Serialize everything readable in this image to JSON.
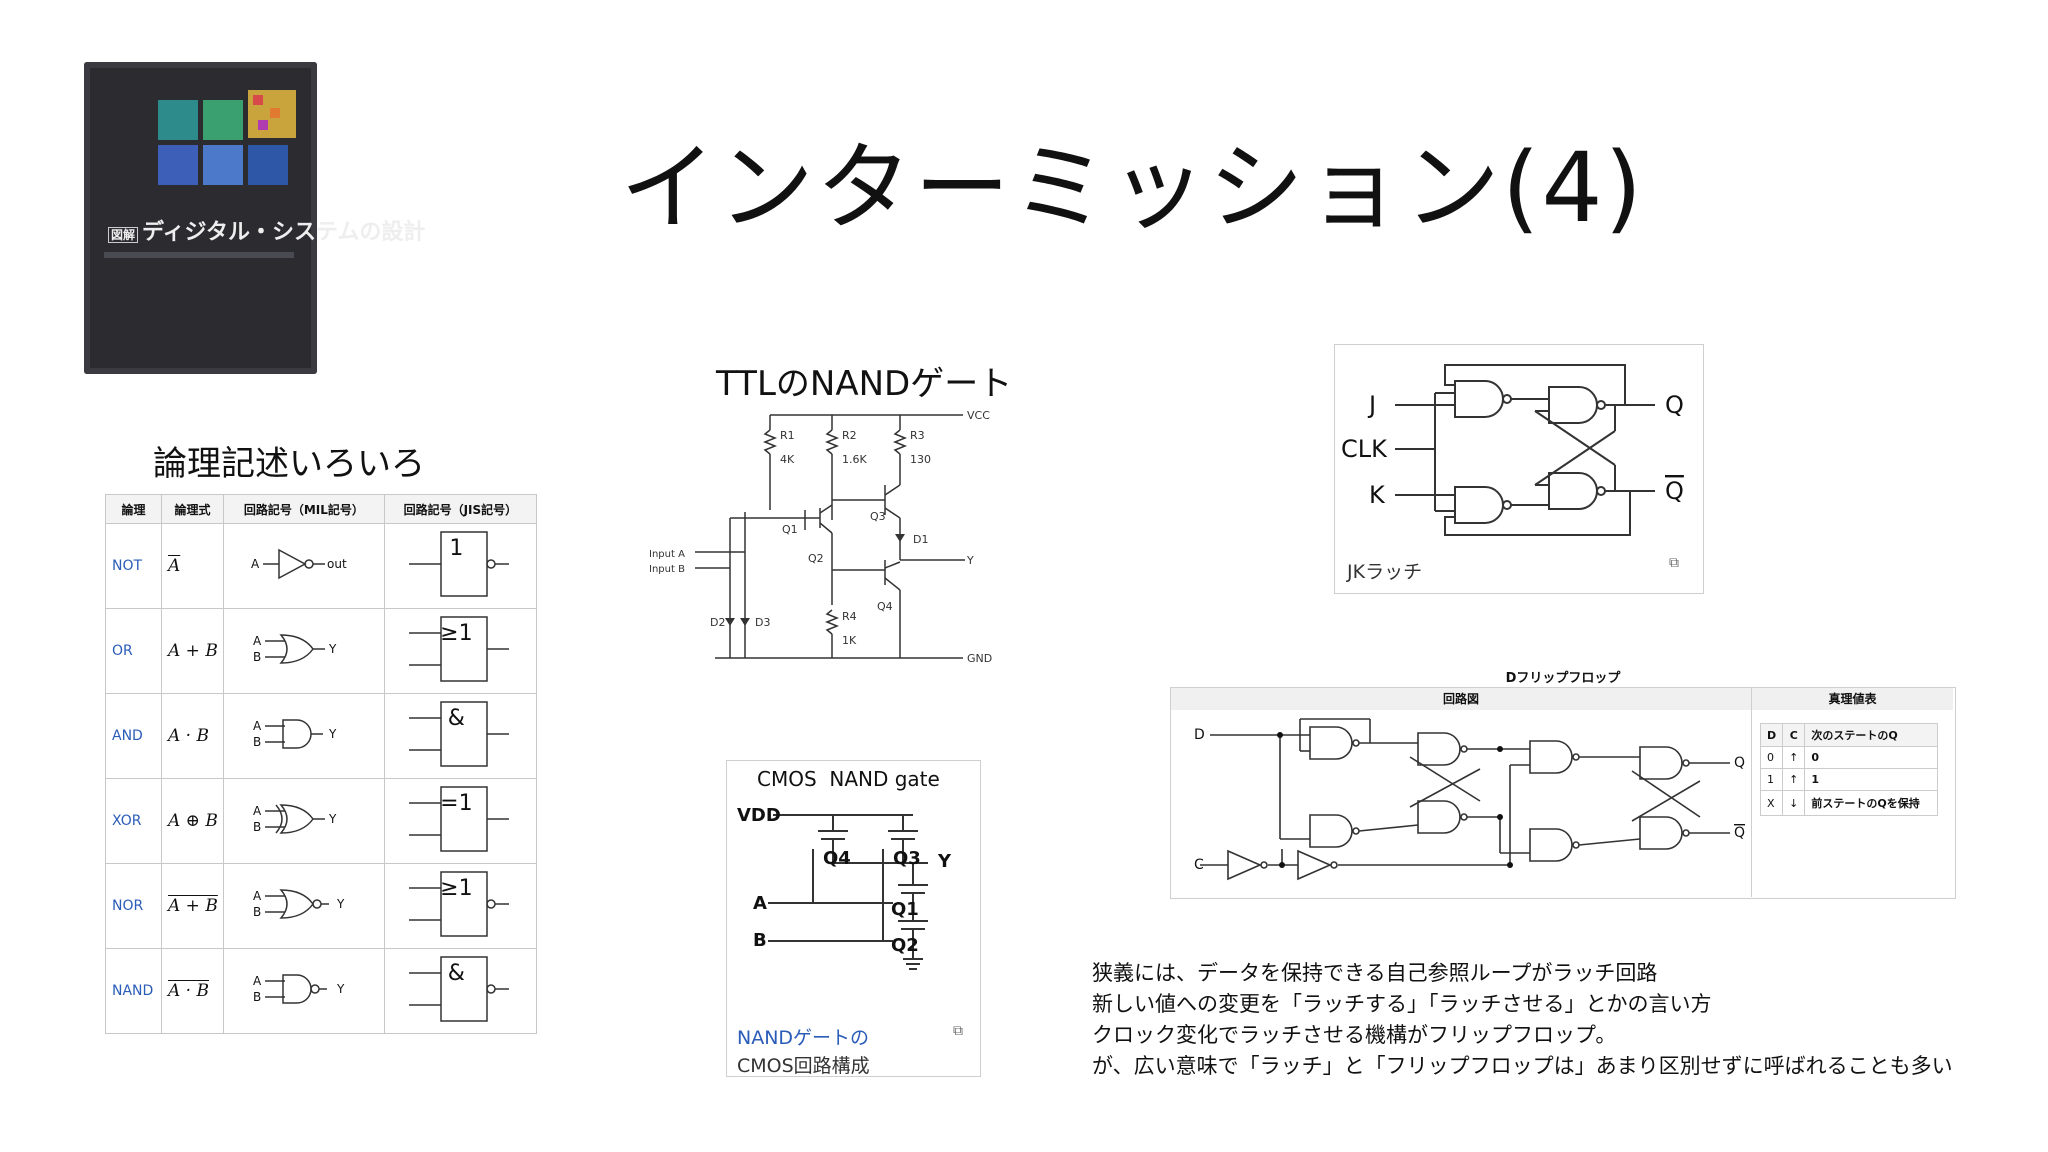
{
  "slide": {
    "title": "インターミッション(4)"
  },
  "book": {
    "title": "ディジタル・システムの設計",
    "authors": "",
    "series_mark": "図解"
  },
  "logic_section": {
    "caption": "論理記述いろいろ",
    "headers": [
      "論理",
      "論理式",
      "回路記号（MIL記号）",
      "回路記号（JIS記号）"
    ],
    "rows": [
      {
        "name": "NOT",
        "expr": "A",
        "overline": true,
        "jis": "1"
      },
      {
        "name": "OR",
        "expr": "A + B",
        "overline": false,
        "jis": "≥1"
      },
      {
        "name": "AND",
        "expr": "A · B",
        "overline": false,
        "jis": "&"
      },
      {
        "name": "XOR",
        "expr": "A ⊕ B",
        "overline": false,
        "jis": "=1"
      },
      {
        "name": "NOR",
        "expr": "A + B",
        "overline": true,
        "jis": "≥1"
      },
      {
        "name": "NAND",
        "expr": "A · B",
        "overline": true,
        "jis": "&"
      }
    ],
    "mil_labels": {
      "a": "A",
      "b": "B",
      "out": "out",
      "y": "Y"
    }
  },
  "ttl_section": {
    "caption": "TTLのNANDゲート",
    "labels": {
      "vcc": "VCC",
      "gnd": "GND",
      "y": "Y",
      "input_a": "Input A",
      "input_b": "Input B",
      "r1": "R1",
      "r1v": "4K",
      "r2": "R2",
      "r2v": "1.6K",
      "r3": "R3",
      "r3v": "130",
      "r4": "R4",
      "r4v": "1K",
      "q1": "Q1",
      "q2": "Q2",
      "q3": "Q3",
      "q4": "Q4",
      "d1": "D1",
      "d2": "D2",
      "d3": "D3"
    }
  },
  "cmos_section": {
    "title": "CMOS  NAND gate",
    "labels": {
      "vdd": "VDD",
      "a": "A",
      "b": "B",
      "y": "Y",
      "q1": "Q1",
      "q2": "Q2",
      "q3": "Q3",
      "q4": "Q4"
    },
    "caption_line1": "NANDゲートの",
    "caption_line2": "CMOS回路構成"
  },
  "jk_section": {
    "labels": {
      "j": "J",
      "clk": "CLK",
      "k": "K",
      "q": "Q",
      "qbar": "Q"
    },
    "caption": "JKラッチ"
  },
  "dff_section": {
    "title": "Dフリップフロップ",
    "circuit_header": "回路図",
    "truth_header": "真理値表",
    "labels": {
      "d": "D",
      "c": "C",
      "q": "Q",
      "qbar": "Q"
    },
    "truth_table": {
      "headers": [
        "D",
        "C",
        "次のステートのQ"
      ],
      "rows": [
        [
          "0",
          "↑",
          "0"
        ],
        [
          "1",
          "↑",
          "1"
        ],
        [
          "X",
          "↓",
          "前ステートのQを保持"
        ]
      ]
    }
  },
  "notes": [
    "狭義には、データを保持できる自己参照ループがラッチ回路",
    "新しい値への変更を「ラッチする」「ラッチさせる」とかの言い方",
    "クロック変化でラッチさせる機構がフリップフロップ。",
    "が、広い意味で「ラッチ」と「フリップフロップは」あまり区別せずに呼ばれることも多い"
  ]
}
